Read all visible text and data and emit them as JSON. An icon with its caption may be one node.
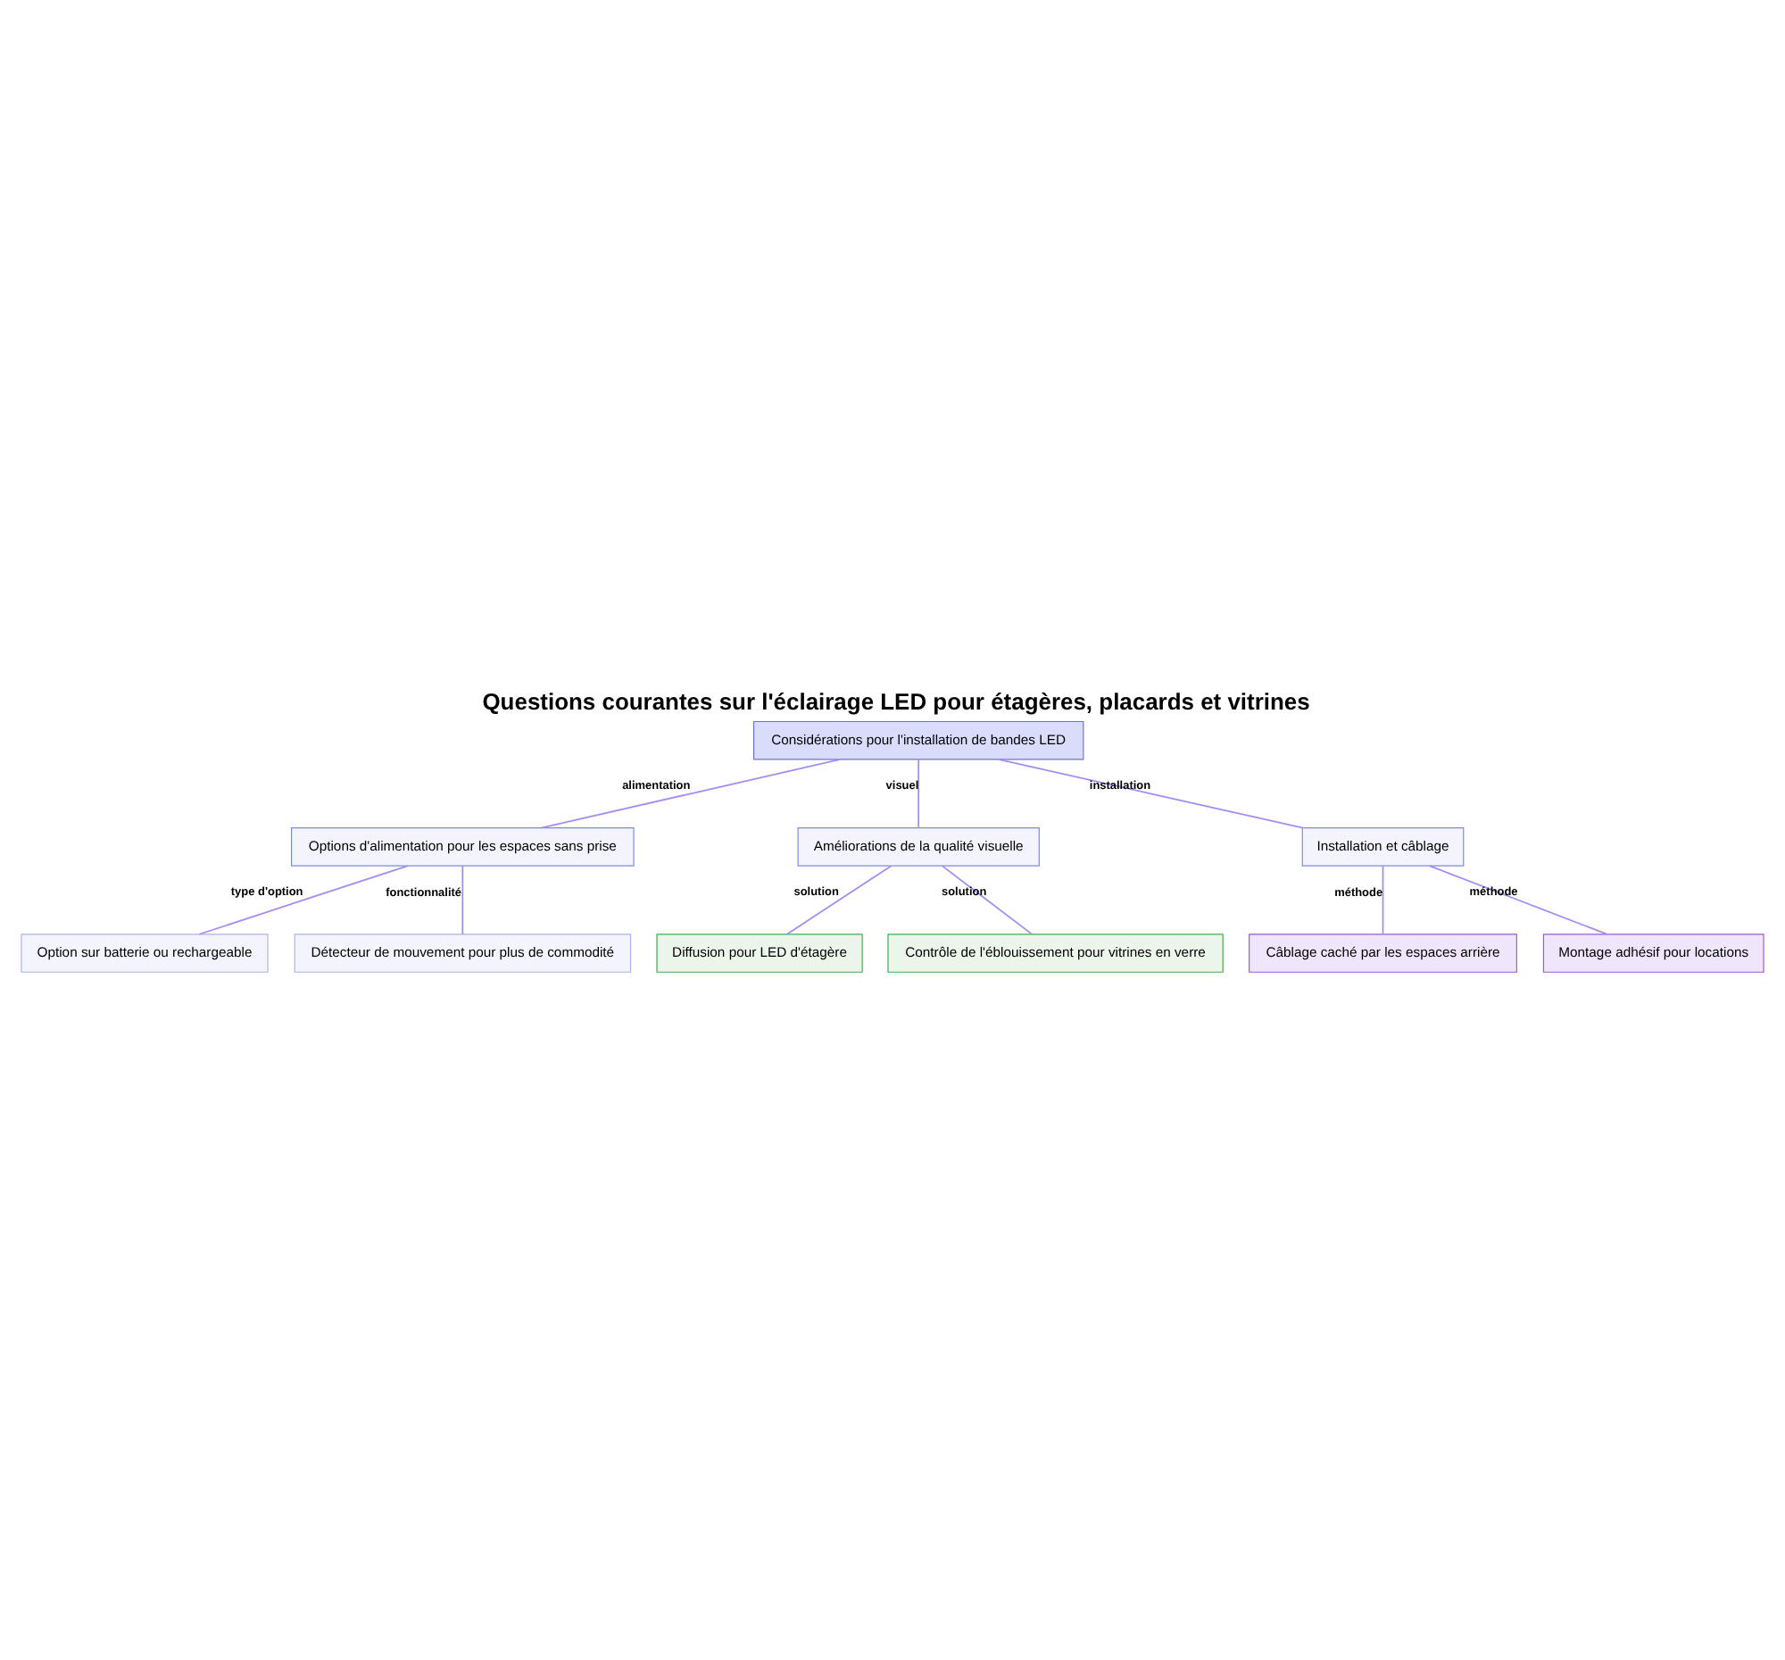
{
  "diagram": {
    "title": "Questions courantes sur l'éclairage LED pour étagères, placards et vitrines",
    "nodes": [
      {
        "text": [
          "Considérations pour l'installation de bandes LED"
        ]
      },
      {
        "text": [
          "Options d'alimentation pour les espaces sans prise"
        ]
      },
      {
        "text": [
          "Améliorations de la qualité visuelle"
        ]
      },
      {
        "text": [
          "Installation et câblage"
        ]
      },
      {
        "text": [
          "Option sur batterie ou rechargeable"
        ]
      },
      {
        "text": [
          "Détecteur de mouvement pour plus de commodité"
        ]
      },
      {
        "text": [
          "Diffusion pour LED d'étagère"
        ]
      },
      {
        "text": [
          "Contrôle de l'éblouissement pour vitrines en verre"
        ]
      },
      {
        "text": [
          "Câblage caché par les espaces arrière"
        ]
      },
      {
        "text": [
          "Montage adhésif pour locations"
        ]
      }
    ],
    "edges": [
      {
        "from": 0,
        "to": 1,
        "arrow": "none",
        "label": "alimentation"
      },
      {
        "from": 0,
        "to": 2,
        "arrow": "none",
        "label": "visuel"
      },
      {
        "from": 0,
        "to": 3,
        "arrow": "none",
        "label": "installation"
      },
      {
        "from": 1,
        "to": 4,
        "arrow": "none",
        "label": "type d'option"
      },
      {
        "from": 1,
        "to": 5,
        "arrow": "none",
        "label": "fonctionnalité"
      },
      {
        "from": 2,
        "to": 6,
        "arrow": "none",
        "label": "solution"
      },
      {
        "from": 2,
        "to": 7,
        "arrow": "none",
        "label": "solution"
      },
      {
        "from": 3,
        "to": 8,
        "arrow": "none",
        "label": "méthode"
      },
      {
        "from": 3,
        "to": 9,
        "arrow": "none",
        "label": "méthode"
      }
    ]
  }
}
